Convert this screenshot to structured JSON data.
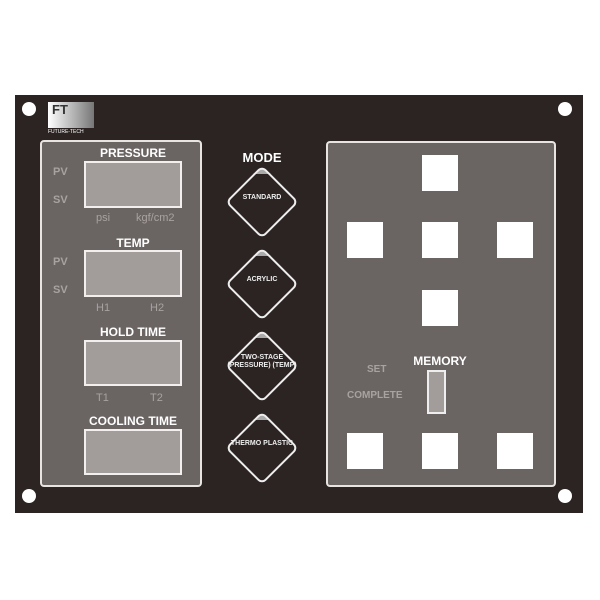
{
  "brand": {
    "logo_letters": "FT",
    "name": "FUTURE-TECH"
  },
  "left": {
    "pressure": {
      "title": "PRESSURE",
      "pv": "PV",
      "sv": "SV",
      "unit1": "psi",
      "unit2": "kgf/cm2"
    },
    "temp": {
      "title": "TEMP",
      "pv": "PV",
      "sv": "SV",
      "unit1": "H1",
      "unit2": "H2"
    },
    "hold": {
      "title": "HOLD TIME",
      "unit1": "T1",
      "unit2": "T2"
    },
    "cooling": {
      "title": "COOLING TIME"
    }
  },
  "mode": {
    "title": "MODE",
    "buttons": [
      {
        "label": "STANDARD"
      },
      {
        "label": "ACRYLIC"
      },
      {
        "label": "TWO-STAGE (PRESSURE) (TEMP)"
      },
      {
        "label": "THERMO PLASTIC"
      }
    ]
  },
  "memory": {
    "title": "MEMORY",
    "set": "SET",
    "complete": "COMPLETE"
  }
}
